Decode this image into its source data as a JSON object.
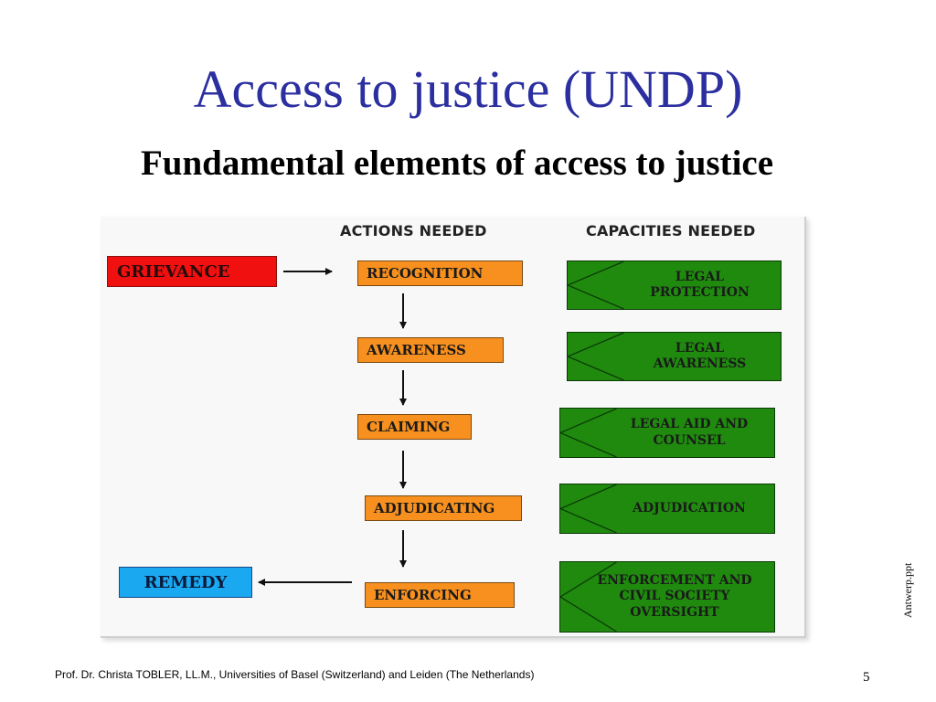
{
  "slide": {
    "title": "Access to justice (UNDP)",
    "subtitle": "Fundamental elements of access to justice",
    "footer": "Prof. Dr. Christa TOBLER, LL.M., Universities of Basel (Switzerland) and Leiden (The Netherlands)",
    "page_number": "5",
    "side_label": "Antwerp.ppt"
  },
  "diagram": {
    "headers": {
      "actions": "ACTIONS NEEDED",
      "capacities": "CAPACITIES NEEDED"
    },
    "start": "GRIEVANCE",
    "end": "REMEDY",
    "actions": [
      "RECOGNITION",
      "AWARENESS",
      "CLAIMING",
      "ADJUDICATING",
      "ENFORCING"
    ],
    "capacities": [
      "LEGAL\nPROTECTION",
      "LEGAL\nAWARENESS",
      "LEGAL AID AND\nCOUNSEL",
      "ADJUDICATION",
      "ENFORCEMENT AND\nCIVIL SOCIETY\nOVERSIGHT"
    ],
    "colors": {
      "grievance": "#f01010",
      "remedy": "#1aa8f0",
      "actions": "#f7901e",
      "capacities": "#1f8a0e",
      "title": "#2b2fa0"
    }
  }
}
